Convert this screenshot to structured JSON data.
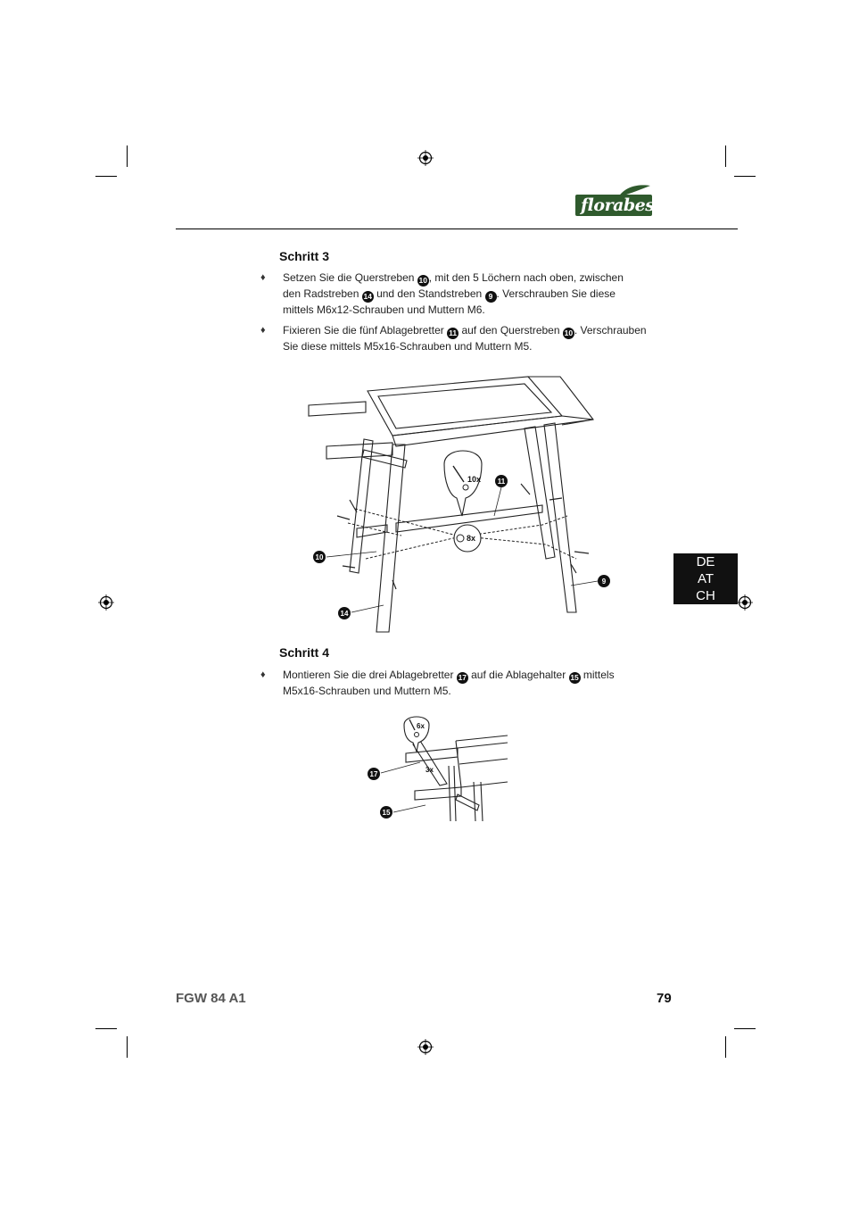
{
  "brand": {
    "logo_text": "florabest"
  },
  "step3": {
    "heading": "Schritt 3",
    "bullet1": {
      "t1": "Setzen Sie die Querstreben ",
      "n1": "10",
      "t2": ", mit den 5 Löchern nach oben, zwischen",
      "t3": "den Radstreben ",
      "n2": "14",
      "t4": " und den Standstreben ",
      "n3": "9",
      "t5": ". Verschrauben Sie diese",
      "t6": "mittels M6x12-Schrauben und Muttern M6."
    },
    "bullet2": {
      "t1": "Fixieren Sie die fünf Ablagebretter ",
      "n1": "11",
      "t2": " auf den Querstreben ",
      "n2": "10",
      "t3": ". Verschrauben",
      "t4": "Sie diese mittels M5x16-Schrauben und Muttern M5."
    },
    "figure": {
      "qty_screws": "10x",
      "qty_nuts": "8x",
      "callouts": [
        "11",
        "10",
        "14",
        "9"
      ]
    }
  },
  "step4": {
    "heading": "Schritt 4",
    "bullet1": {
      "t1": "Montieren Sie die drei Ablagebretter ",
      "n1": "17",
      "t2": " auf die Ablagehalter ",
      "n2": "15",
      "t3": " mittels",
      "t4": "M5x16-Schrauben und Muttern M5."
    },
    "figure": {
      "qty_screws": "6x",
      "qty_boards": "3x",
      "callouts": [
        "17",
        "15"
      ]
    }
  },
  "lang_tab": {
    "line1": "DE",
    "line2": "AT",
    "line3": "CH"
  },
  "footer": {
    "model": "FGW 84 A1",
    "page": "79"
  },
  "bullet_symbol": "♦"
}
